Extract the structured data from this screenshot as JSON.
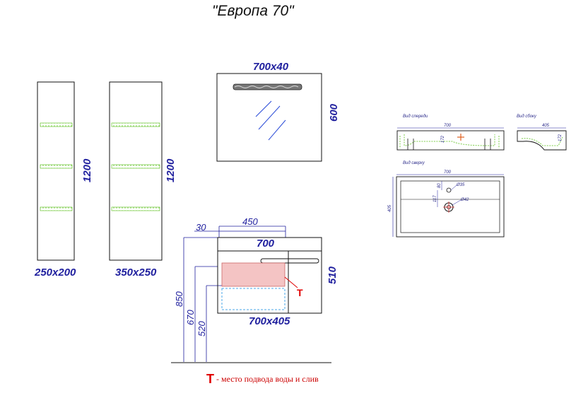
{
  "title": "\"Европа 70\"",
  "columns": {
    "left_size": "250x200",
    "left_height": "1200",
    "right_size": "350x250",
    "right_height": "1200"
  },
  "mirror": {
    "width_label": "700x40",
    "height_label": "600"
  },
  "cabinet": {
    "top_width": "700",
    "offset_30": "30",
    "depth_450": "450",
    "height_510": "510",
    "bottom_size": "700x405",
    "h_850": "850",
    "h_670": "670",
    "h_520": "520",
    "marker": "T"
  },
  "sink_views": {
    "front_label": "Вид спереди",
    "front_width": "700",
    "front_height": "172",
    "side_label": "Вид сбоку",
    "side_width": "405",
    "side_height": "172",
    "top_label": "Вид сверху",
    "top_width": "700",
    "top_depth": "405",
    "hole_35": "Ø35",
    "hole_42": "Ø42",
    "dim_80": "80",
    "dim_117": "117"
  },
  "legend": {
    "marker": "T",
    "text": " - место подвода воды и слив"
  },
  "colors": {
    "dimension": "#1f1f9e",
    "outline": "#111111",
    "shelf": "#7ccd4a",
    "marker": "#e00000",
    "hatch": "#f4c4c4"
  }
}
